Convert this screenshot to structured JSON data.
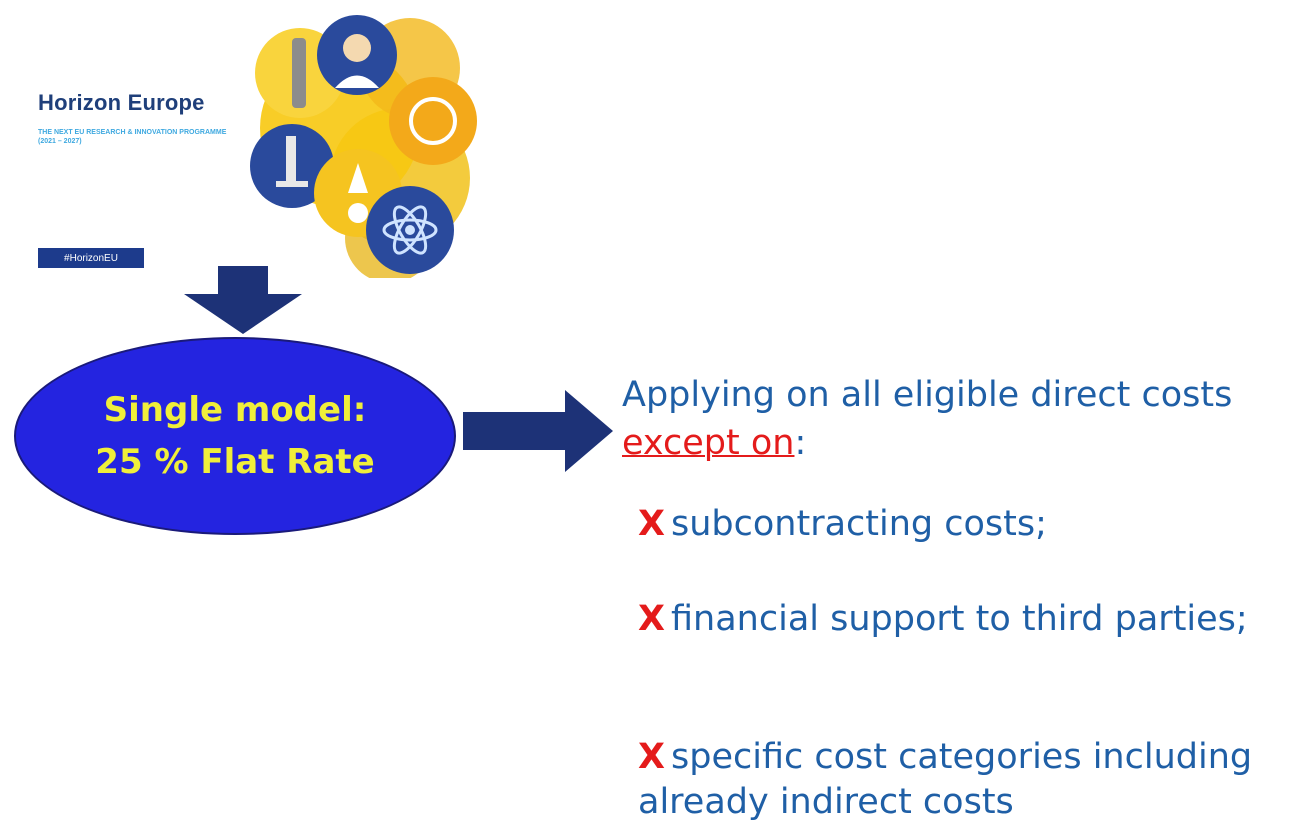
{
  "logo": {
    "title": "Horizon Europe",
    "subtitle": "THE NEXT EU RESEARCH & INNOVATION PROGRAMME (2021 – 2027)",
    "hashtag": "#HorizonEU"
  },
  "model": {
    "line1": "Single model:",
    "line2": "25 % Flat Rate"
  },
  "applying": {
    "text": "Applying on all eligible direct costs",
    "except": "except on",
    "colon": ":"
  },
  "exceptions": [
    {
      "mark": "X",
      "text": "subcontracting costs;"
    },
    {
      "mark": "X",
      "text": "financial support to third parties;"
    },
    {
      "mark": "X",
      "text": "specific cost categories including already indirect costs"
    }
  ],
  "colors": {
    "title_blue": "#1f3f7a",
    "text_blue": "#1f5fa6",
    "arrow_navy": "#1d3277",
    "ellipse_blue": "#2424e0",
    "ellipse_text": "#f0ef3a",
    "red": "#e41b1b"
  }
}
